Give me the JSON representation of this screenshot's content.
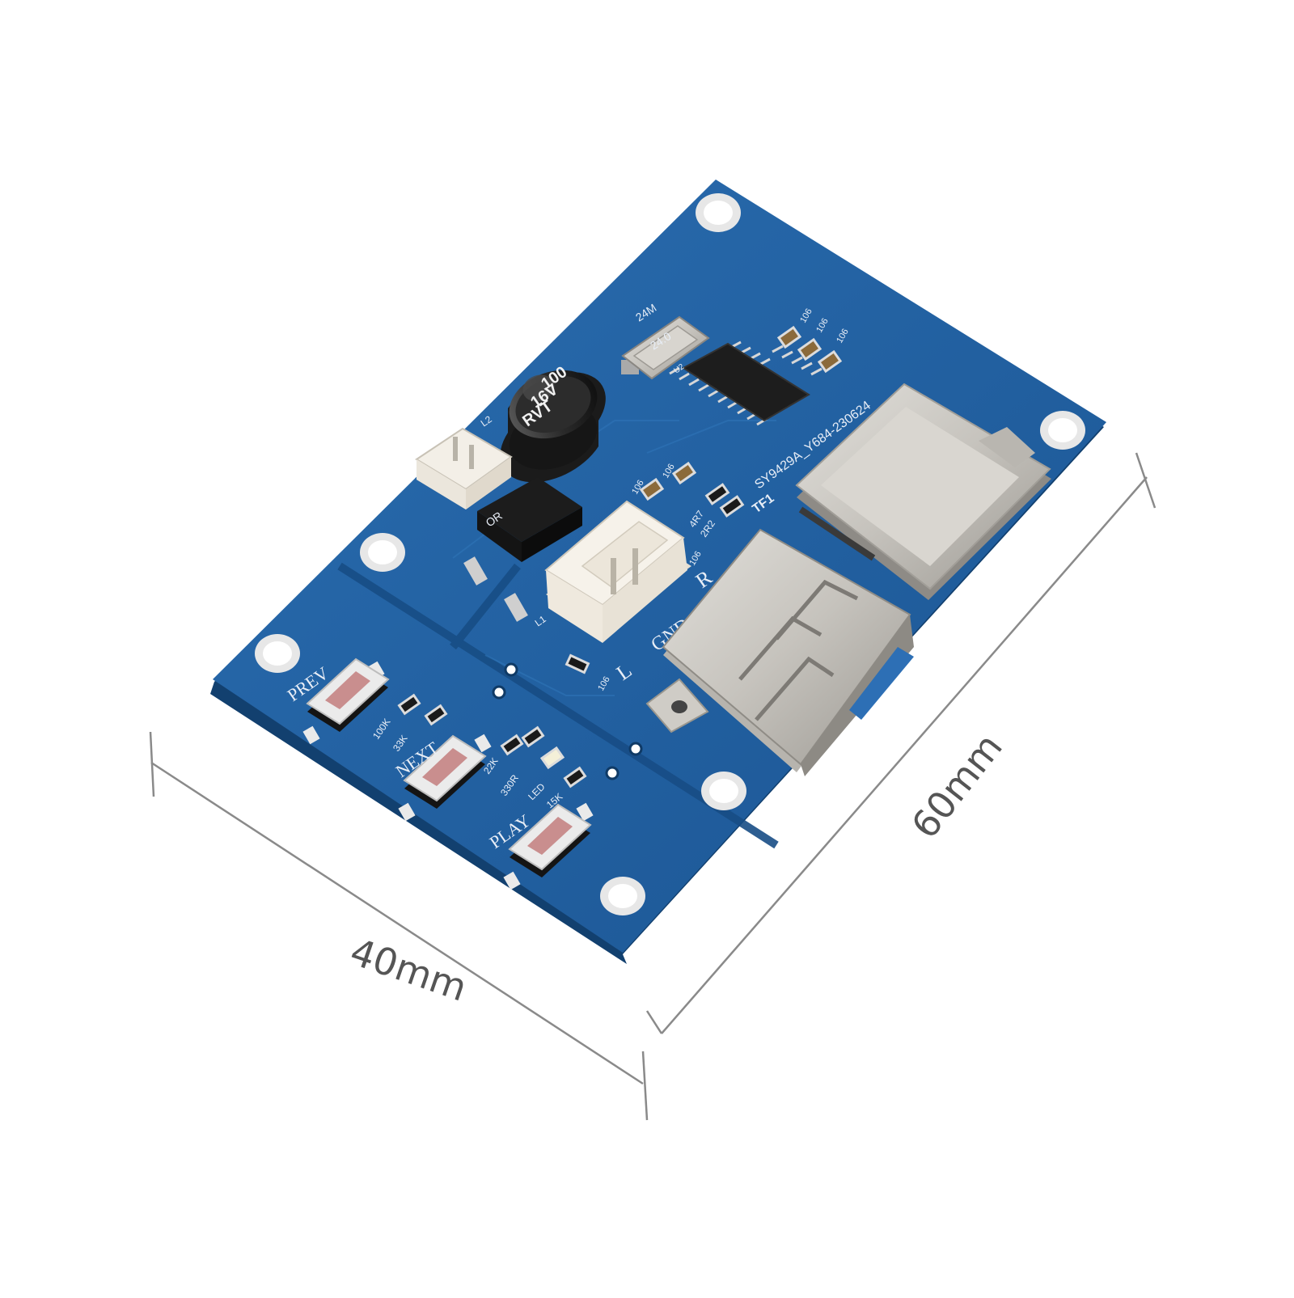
{
  "dimensions": {
    "width_label": "40mm",
    "length_label": "60mm"
  },
  "board": {
    "buttons": [
      "PREV",
      "NEXT",
      "PLAY"
    ],
    "capacitor": [
      "100",
      "16V",
      "RVT"
    ],
    "crystal_label": "24M",
    "crystal_marking": "24.0",
    "chip_label": "SY9429A_Y684-230624",
    "card_slot_label": "TF1",
    "speaker_pins": [
      "R",
      "GND",
      "L"
    ],
    "resistor_labels": [
      "100K",
      "33K",
      "22K",
      "330R",
      "15K",
      "4R7",
      "2R2",
      "106",
      "106",
      "106",
      "106",
      "106",
      "106",
      "106"
    ],
    "led_label": "LED",
    "regulator_label": "OR",
    "misc_labels": [
      "L1",
      "L2",
      "U2"
    ],
    "colors": {
      "pcb": "#1f5e9e",
      "pcb_edge": "#12406f",
      "metal": "#c9c7c2",
      "connector": "#f1ece3",
      "chip": "#1b1b1b"
    }
  }
}
